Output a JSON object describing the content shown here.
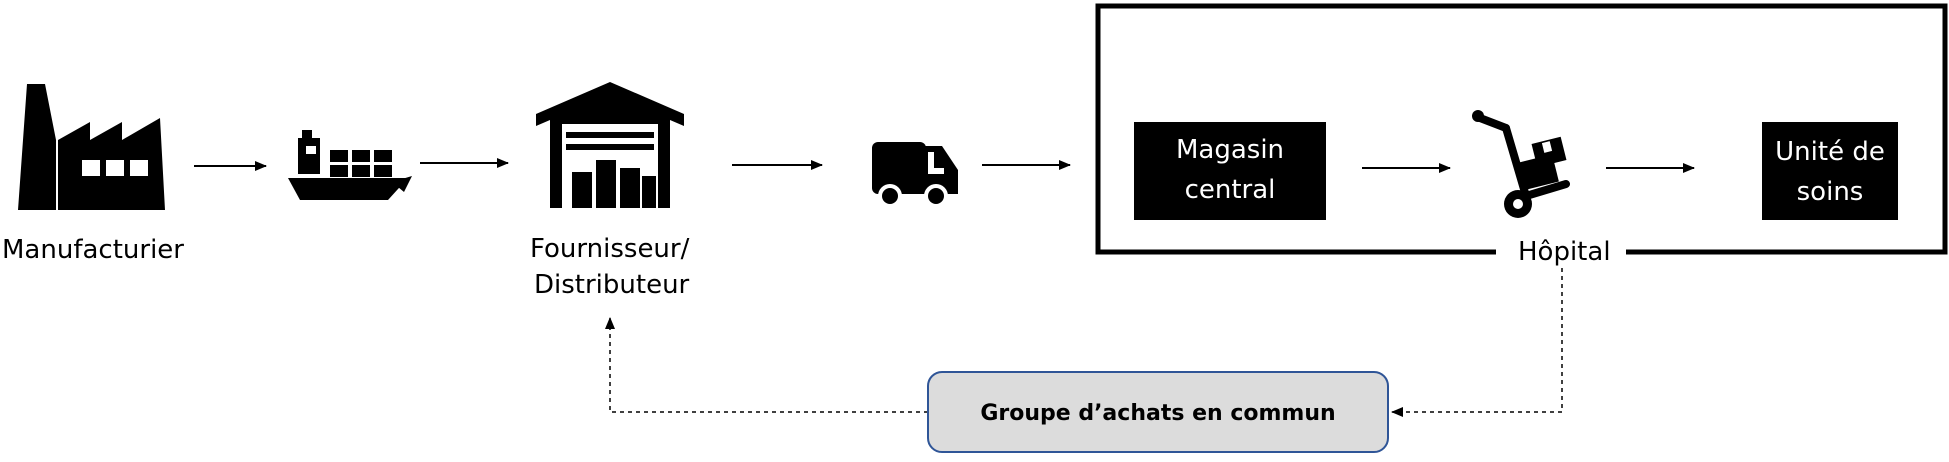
{
  "nodes": {
    "manufacturer": {
      "label": "Manufacturier",
      "icon": "factory-icon"
    },
    "ship": {
      "icon": "cargo-ship-icon"
    },
    "supplier": {
      "label_line1": "Fournisseur/",
      "label_line2": "Distributeur",
      "icon": "warehouse-icon"
    },
    "truck": {
      "icon": "delivery-truck-icon"
    },
    "central_store": {
      "label_line1": "Magasin",
      "label_line2": "central"
    },
    "hand_truck": {
      "icon": "hand-truck-icon"
    },
    "care_unit": {
      "label_line1": "Unité de",
      "label_line2": "soins"
    }
  },
  "hospital": {
    "label": "Hôpital"
  },
  "purchasing_group": {
    "label": "Groupe d’achats en commun"
  },
  "colors": {
    "ink": "#000000",
    "gpo_fill": "#dcdcdc",
    "gpo_border": "#2f5597",
    "box_text": "#ffffff"
  }
}
